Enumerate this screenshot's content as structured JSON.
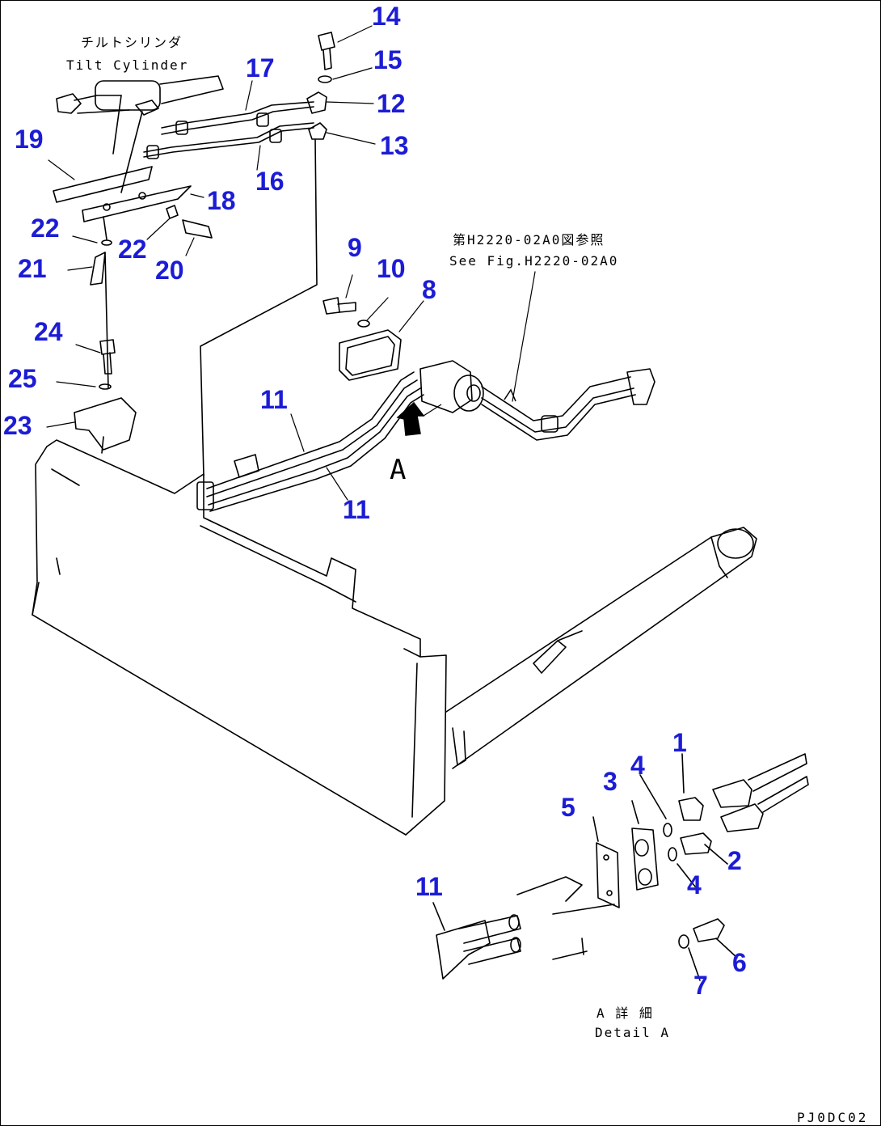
{
  "drawing": {
    "tilt_cylinder_jp": "チルトシリンダ",
    "tilt_cylinder_en": "Tilt Cylinder",
    "see_fig_jp": "第H2220-02A0図参照",
    "see_fig_en": "See Fig.H2220-02A0",
    "view_letter": "A",
    "detail_jp": "A 詳 細",
    "detail_en": "Detail A",
    "drawing_code": "PJ0DC02"
  },
  "callouts": [
    "14",
    "15",
    "12",
    "13",
    "17",
    "16",
    "19",
    "18",
    "22",
    "22",
    "21",
    "20",
    "9",
    "10",
    "8",
    "24",
    "25",
    "23",
    "11",
    "11",
    "1",
    "4",
    "3",
    "5",
    "2",
    "4",
    "11",
    "6",
    "7"
  ],
  "colors": {
    "callout": "#1c1cd6",
    "line": "#000000",
    "arrow": "#000000"
  }
}
